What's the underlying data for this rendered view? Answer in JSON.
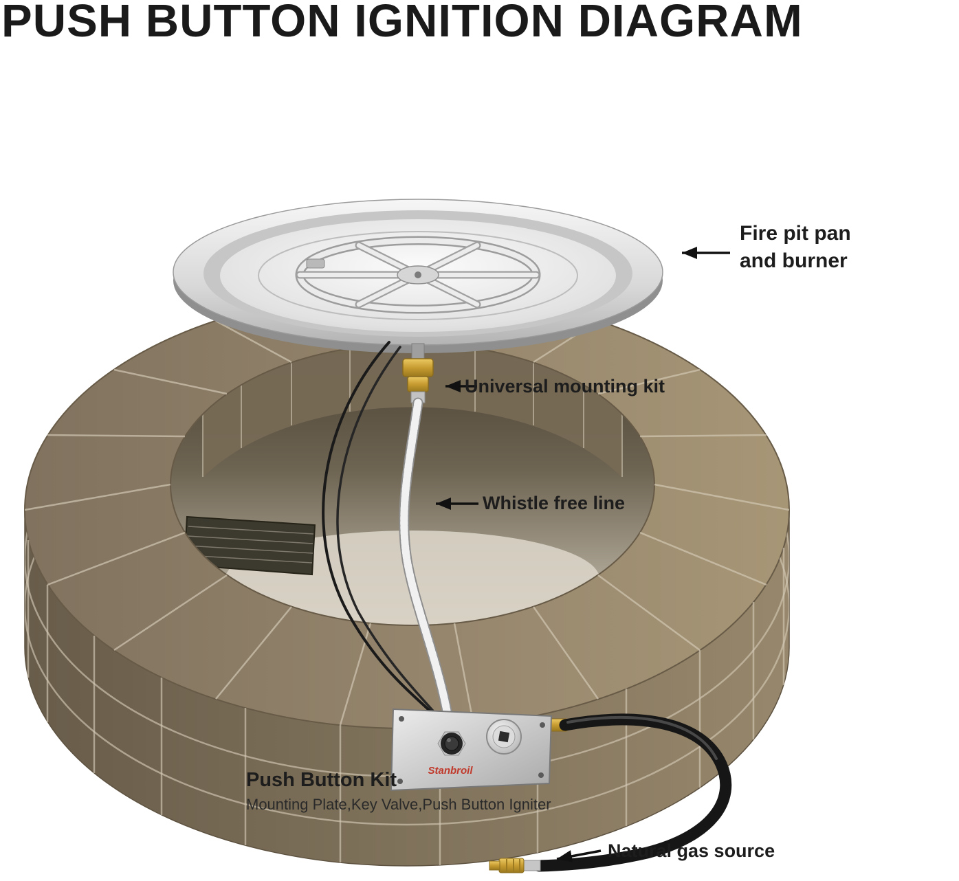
{
  "title": "PUSH BUTTON IGNITION DIAGRAM",
  "labels": {
    "fire_pit_pan": {
      "line1": "Fire pit pan",
      "line2": "and burner"
    },
    "universal_mounting_kit": "Universal mounting kit",
    "whistle_free_line": "Whistle free line",
    "push_button_kit": {
      "title": "Push Button Kit",
      "subtitle": "Mounting Plate,Key Valve,Push Button Igniter"
    },
    "natural_gas_source": "Natural gas source",
    "plate_brand": "Stanbroil"
  },
  "colors": {
    "label_text": "#1d1d1d",
    "stone": "#8d7d66",
    "steel": "#d9d9d9",
    "brass": "#c99a2e",
    "hose": "#161616",
    "brand_red": "#c0392b"
  }
}
